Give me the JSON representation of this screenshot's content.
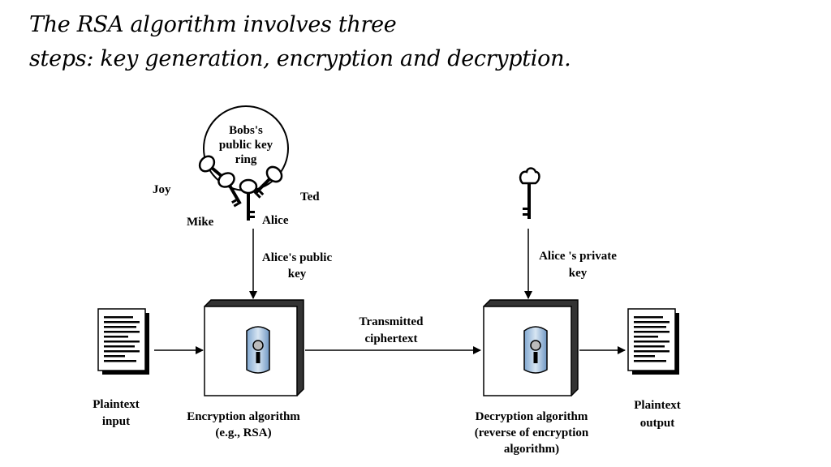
{
  "title": {
    "line1": "The RSA algorithm involves three",
    "line2": "steps: key generation, encryption and decryption."
  },
  "key_ring": {
    "label_lines": [
      "Bobs's",
      "public key",
      "ring"
    ],
    "key_owners": [
      "Joy",
      "Mike",
      "Alice",
      "Ted"
    ]
  },
  "public_key_label": [
    "Alice's public",
    "key"
  ],
  "private_key_label": [
    "Alice 's private",
    "key"
  ],
  "transmitted_label": [
    "Transmitted",
    "ciphertext"
  ],
  "plaintext_input_label": [
    "Plaintext",
    "input"
  ],
  "plaintext_output_label": [
    "Plaintext",
    "output"
  ],
  "encryption_label": [
    "Encryption algorithm",
    "(e.g., RSA)"
  ],
  "decryption_label": [
    "Decryption algorithm",
    "(reverse of encryption",
    "algorithm)"
  ]
}
